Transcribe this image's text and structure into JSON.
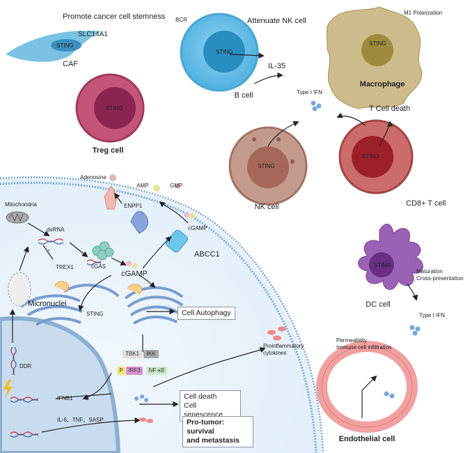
{
  "cell_labels": {
    "caf": "CAF",
    "caf_function": "Promote cancer cell stemness",
    "slc": "SLC14A1",
    "b_cell": "B cell",
    "b_function": "Attenuate NK cell",
    "bcr": "BCR",
    "il35": "IL-35",
    "macrophage": "Macrophage",
    "m1": "M1 Polarization",
    "treg": "Treg cell",
    "nk": "NK cell",
    "cd8": "CD8+ T cell",
    "tcell_death": "T Cell death",
    "type1_ifn_top": "Type I IFN",
    "dc": "DC cell",
    "dc_function_1": "Maturation",
    "dc_function_2": "Cross-presentation",
    "type1_ifn_dc": "Type I IFN",
    "endothelial": "Endothelial cell",
    "endo_function_1": "Permeability",
    "endo_function_2": "Immune cell infiltration",
    "sting": "STING"
  },
  "tumor_cell": {
    "adenosine": "Adenosine",
    "amp": "AMP",
    "gmp": "GMP",
    "enpp1": "ENPP1",
    "cgamp_out": "cGAMP",
    "abcc1": "ABCC1",
    "mitochondria": "Mitochondria",
    "dsrna": "dsRNA",
    "trex1": "TREX1",
    "cgas": "cGAS",
    "cgamp_in": "cGAMP",
    "micronuclei": "Micronuclei",
    "sting": "STING",
    "ddr": "DDR",
    "cell_autophagy": "Cell Autophagy",
    "tbk1": "TBK1",
    "ikk": "IKK",
    "p": "P",
    "irf3": "IRF3",
    "nfkb": "NF-κB",
    "ifnb1": "IFNB1",
    "il6": "IL-6、TNF、SASP",
    "proinflammatory_1": "Proinflammatory",
    "proinflammatory_2": "cytokines",
    "cell_death": "Cell death",
    "cell_senescence": "Cell senescence",
    "pro_tumor_1": "Pro-tumor: survival",
    "pro_tumor_2": "and metastasis"
  },
  "colors": {
    "caf": "#5bb3d8",
    "b_cell": "#6ec3ea",
    "macrophage": "#cbb98a",
    "treg": "#b8446a",
    "nk": "#bc8c80",
    "cd8": "#c94c4c",
    "dc": "#9d63b5",
    "endothelial": "#f2a3a3",
    "tumor_cytoplasm": "#eaf3fc",
    "nucleus": "#cbdcef",
    "membrane": "#6f9fd0"
  }
}
